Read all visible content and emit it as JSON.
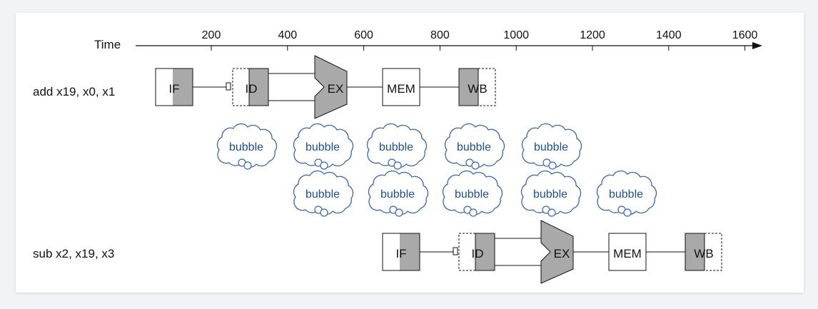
{
  "time_label": "Time",
  "ticks": [
    "200",
    "400",
    "600",
    "800",
    "1000",
    "1200",
    "1400",
    "1600"
  ],
  "instructions": [
    {
      "label": "add x19, x0, x1"
    },
    {
      "label": "sub x2, x19, x3"
    }
  ],
  "stages": {
    "if": "IF",
    "id": "ID",
    "ex": "EX",
    "mem": "MEM",
    "wb": "WB"
  },
  "bubble_text": "bubble",
  "bubble_rows": [
    5,
    5
  ],
  "colors": {
    "stage_fill": "#a9a9a9",
    "bubble_stroke": "#3a66a8",
    "bubble_text": "#1d4f8c"
  }
}
